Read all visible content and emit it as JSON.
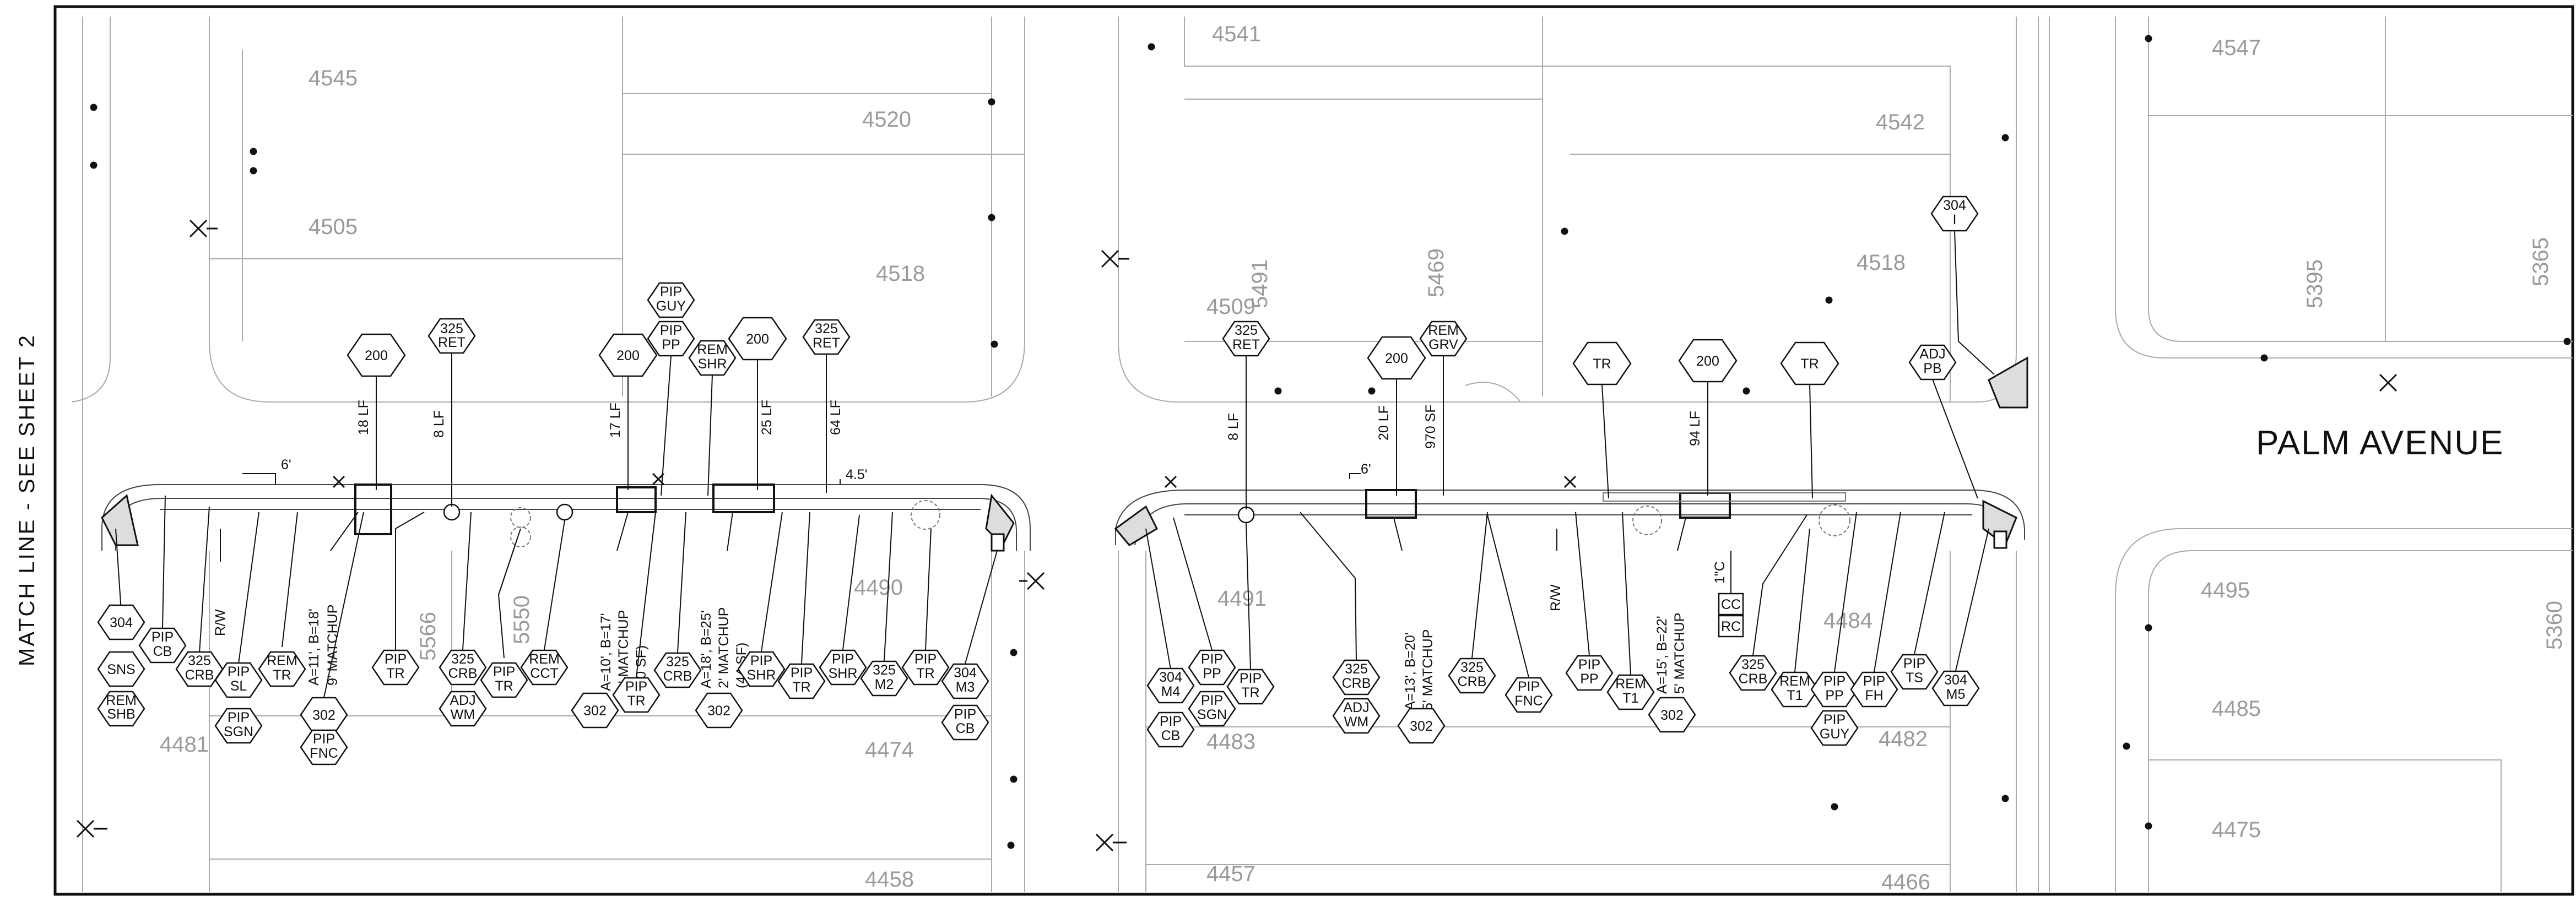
{
  "sheet": {
    "match_line": "MATCH LINE - SEE SHEET 2",
    "street_name": "PALM AVENUE"
  },
  "parcels": [
    "4545",
    "4520",
    "4505",
    "4518",
    "4481",
    "4474",
    "4458",
    "4541",
    "4542",
    "4509",
    "5491",
    "5469",
    "4518",
    "4491",
    "4490",
    "4483",
    "4484",
    "4482",
    "4457",
    "4466",
    "4547",
    "5395",
    "5365",
    "4495",
    "4485",
    "4475",
    "5360",
    "5566",
    "5550"
  ],
  "dimensions": {
    "offset_left": "6'",
    "offset_right": "4.5'",
    "offset_mid": "6'"
  },
  "callouts_block1": {
    "q200a": "200",
    "len_18": "18 LF",
    "r325a": "325",
    "r325a_sub": "RET",
    "len_8a": "8 LF",
    "q200b": "200",
    "len_17": "17 LF",
    "pip_guy": "PIP",
    "pip_guy_sub": "GUY",
    "pip_pp": "PIP",
    "pip_pp_sub": "PP",
    "rem_shr": "REM",
    "rem_shr_sub": "SHR",
    "q200c": "200",
    "len_25": "25 LF",
    "r325b": "325",
    "r325b_sub": "RET",
    "len_64": "64 LF"
  },
  "bottom_block1": {
    "t304": "304",
    "sns": "SNS",
    "rem_shb": "REM",
    "rem_shb_sub": "SHB",
    "pip_cb": "PIP",
    "pip_cb_sub": "CB",
    "c325_crb1": "325",
    "c325_crb1_sub": "CRB",
    "rw": "R/W",
    "pip_sl": "PIP",
    "pip_sl_sub": "SL",
    "pip_sgn": "PIP",
    "pip_sgn_sub": "SGN",
    "rem_tr": "REM",
    "rem_tr_sub": "TR",
    "note_a11": "A=11', B=18'",
    "note_9m": "9' MATCHUP",
    "t302a": "302",
    "pip_fnc": "PIP",
    "pip_fnc_sub": "FNC",
    "pip_tr1": "PIP",
    "pip_tr1_sub": "TR",
    "c325_crb2": "325",
    "c325_crb2_sub": "CRB",
    "adj_wm": "ADJ",
    "adj_wm_sub": "WM",
    "pip_tr2": "PIP",
    "pip_tr2_sub": "TR",
    "rem_cct": "REM",
    "rem_cct_sub": "CCT",
    "note_a10": "A=10', B=17'",
    "note_1m": "1' MATCHUP",
    "note_10sf": "(10 SF)",
    "t302b": "302",
    "pip_tr3": "PIP",
    "pip_tr3_sub": "TR",
    "c325_crb3": "325",
    "c325_crb3_sub": "CRB",
    "note_a18": "A=18', B=25'",
    "note_2m": "2' MATCHUP",
    "note_44sf": "(44 SF)",
    "t302c": "302",
    "pip_shr1": "PIP",
    "pip_shr1_sub": "SHR",
    "pip_tr4": "PIP",
    "pip_tr4_sub": "TR",
    "pip_shr2": "PIP",
    "pip_shr2_sub": "SHR",
    "c325_m2": "325",
    "c325_m2_sub": "M2",
    "pip_tr5": "PIP",
    "pip_tr5_sub": "TR",
    "t304_m3": "304",
    "t304_m3_sub": "M3",
    "pip_cb2": "PIP",
    "pip_cb2_sub": "CB"
  },
  "callouts_block2": {
    "r325c": "325",
    "r325c_sub": "RET",
    "len_8b": "8 LF",
    "q200d": "200",
    "len_20": "20 LF",
    "rem_grv": "REM",
    "rem_grv_sub": "GRV",
    "len_970": "970 SF",
    "tr1": "TR",
    "q200e": "200",
    "len_94": "94 LF",
    "tr2": "TR",
    "adj_pb": "ADJ",
    "adj_pb_sub": "PB",
    "t304_i": "304",
    "t304_i_sub": "I"
  },
  "bottom_block2": {
    "t304_m4": "304",
    "t304_m4_sub": "M4",
    "pip_cb3": "PIP",
    "pip_cb3_sub": "CB",
    "pip_pp2": "PIP",
    "pip_pp2_sub": "PP",
    "pip_sgn2": "PIP",
    "pip_sgn2_sub": "SGN",
    "pip_tr6": "PIP",
    "pip_tr6_sub": "TR",
    "c325_crb4": "325",
    "c325_crb4_sub": "CRB",
    "adj_wm2": "ADJ",
    "adj_wm2_sub": "WM",
    "note_a13": "A=13', B=20'",
    "note_5m": "5' MATCHUP",
    "t302d": "302",
    "c325_crb5": "325",
    "c325_crb5_sub": "CRB",
    "pip_fnc2": "PIP",
    "pip_fnc2_sub": "FNC",
    "rw2": "R/W",
    "pip_pp3": "PIP",
    "pip_pp3_sub": "PP",
    "rem_t1": "REM",
    "rem_t1_sub": "T1",
    "note_a15": "A=15', B=22'",
    "note_5m2": "5' MATCHUP",
    "t302e": "302",
    "note_1c": "1\"C",
    "cc": "CC",
    "rc": "RC",
    "c325_crb6": "325",
    "c325_crb6_sub": "CRB",
    "rem_t1b": "REM",
    "rem_t1b_sub": "T1",
    "pip_pp4": "PIP",
    "pip_pp4_sub": "PP",
    "pip_guy2": "PIP",
    "pip_guy2_sub": "GUY",
    "pip_fh": "PIP",
    "pip_fh_sub": "FH",
    "pip_ts": "PIP",
    "pip_ts_sub": "TS",
    "t304_m5": "304",
    "t304_m5_sub": "M5"
  }
}
